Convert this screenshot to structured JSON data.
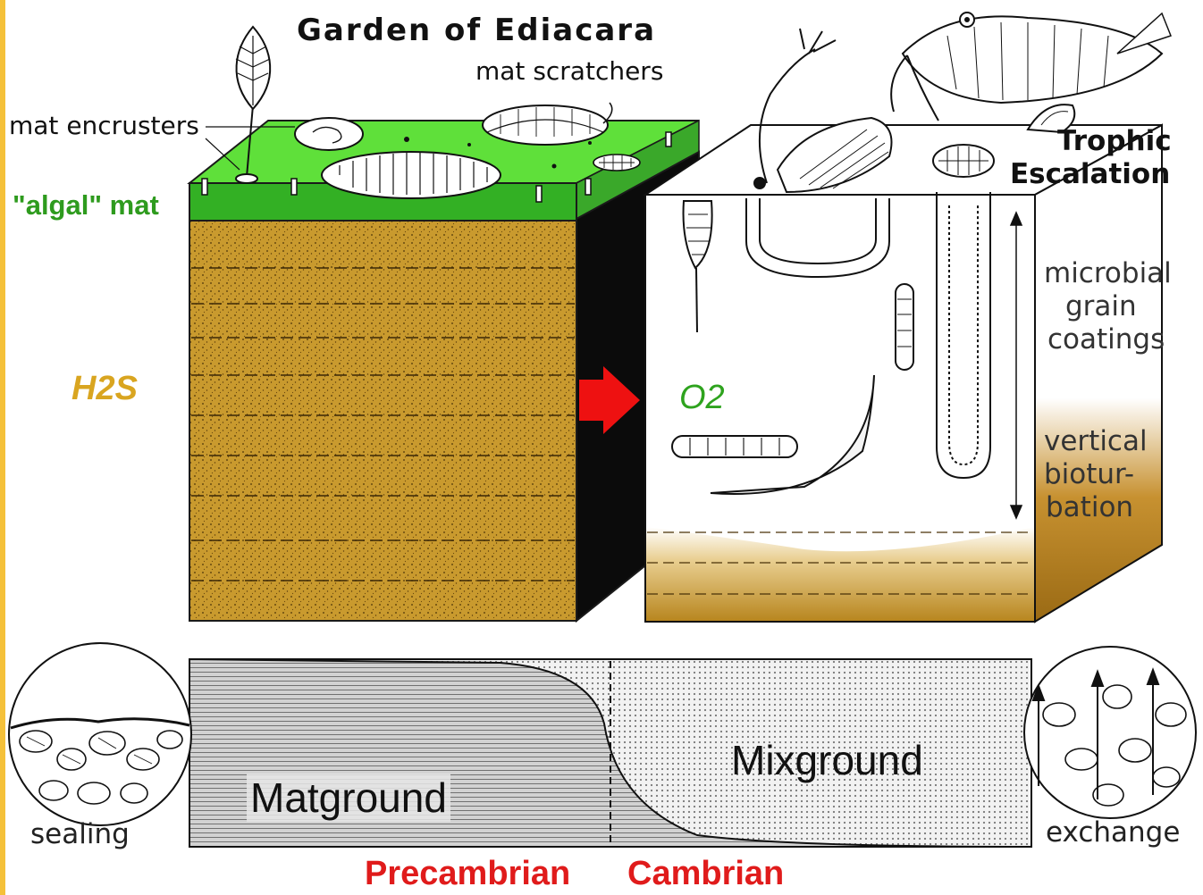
{
  "labels": {
    "title": "Garden of Ediacara",
    "mat_scratchers": "mat scratchers",
    "mat_encrusters": "mat encrusters",
    "algal_mat": "\"algal\" mat",
    "h2s": "H2S",
    "o2": "O2",
    "trophic_line1": "Trophic",
    "trophic_line2": "Escalation",
    "microbial_line1": "microbial",
    "microbial_line2": "grain",
    "microbial_line3": "coatings",
    "vertical_line1": "vertical",
    "vertical_line2": "biotur-",
    "vertical_line3": "bation",
    "matground": "Matground",
    "mixground": "Mixground",
    "sealing": "sealing",
    "exchange": "exchange",
    "precambrian": "Precambrian",
    "cambrian": "Cambrian"
  },
  "colors": {
    "sediment": "#c99a2e",
    "sediment_dark": "#8a6418",
    "algal_mat": "#5fe03a",
    "algal_text": "#2e9b1e",
    "h2s_text": "#d9a520",
    "o2_text": "#2ea31e",
    "arrow": "#ee1111",
    "era_text": "#e01b1b",
    "side_bar": "#f5c13a"
  }
}
